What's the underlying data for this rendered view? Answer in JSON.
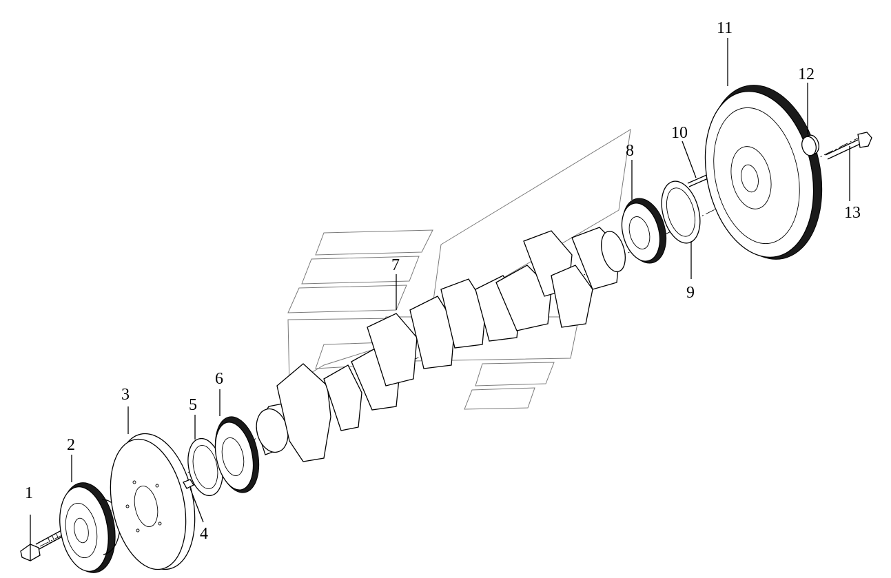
{
  "parts": [
    {
      "num": "1",
      "name": "bolt"
    },
    {
      "num": "2",
      "name": "pulley"
    },
    {
      "num": "3",
      "name": "damper"
    },
    {
      "num": "4",
      "name": "screw"
    },
    {
      "num": "5",
      "name": "front-oil-seal"
    },
    {
      "num": "6",
      "name": "front-gear"
    },
    {
      "num": "7",
      "name": "crankshaft"
    },
    {
      "num": "8",
      "name": "rear-gear"
    },
    {
      "num": "9",
      "name": "rear-oil-seal"
    },
    {
      "num": "10",
      "name": "dowel-pin"
    },
    {
      "num": "11",
      "name": "flywheel"
    },
    {
      "num": "12",
      "name": "bushing"
    },
    {
      "num": "13",
      "name": "flywheel-bolt"
    }
  ]
}
